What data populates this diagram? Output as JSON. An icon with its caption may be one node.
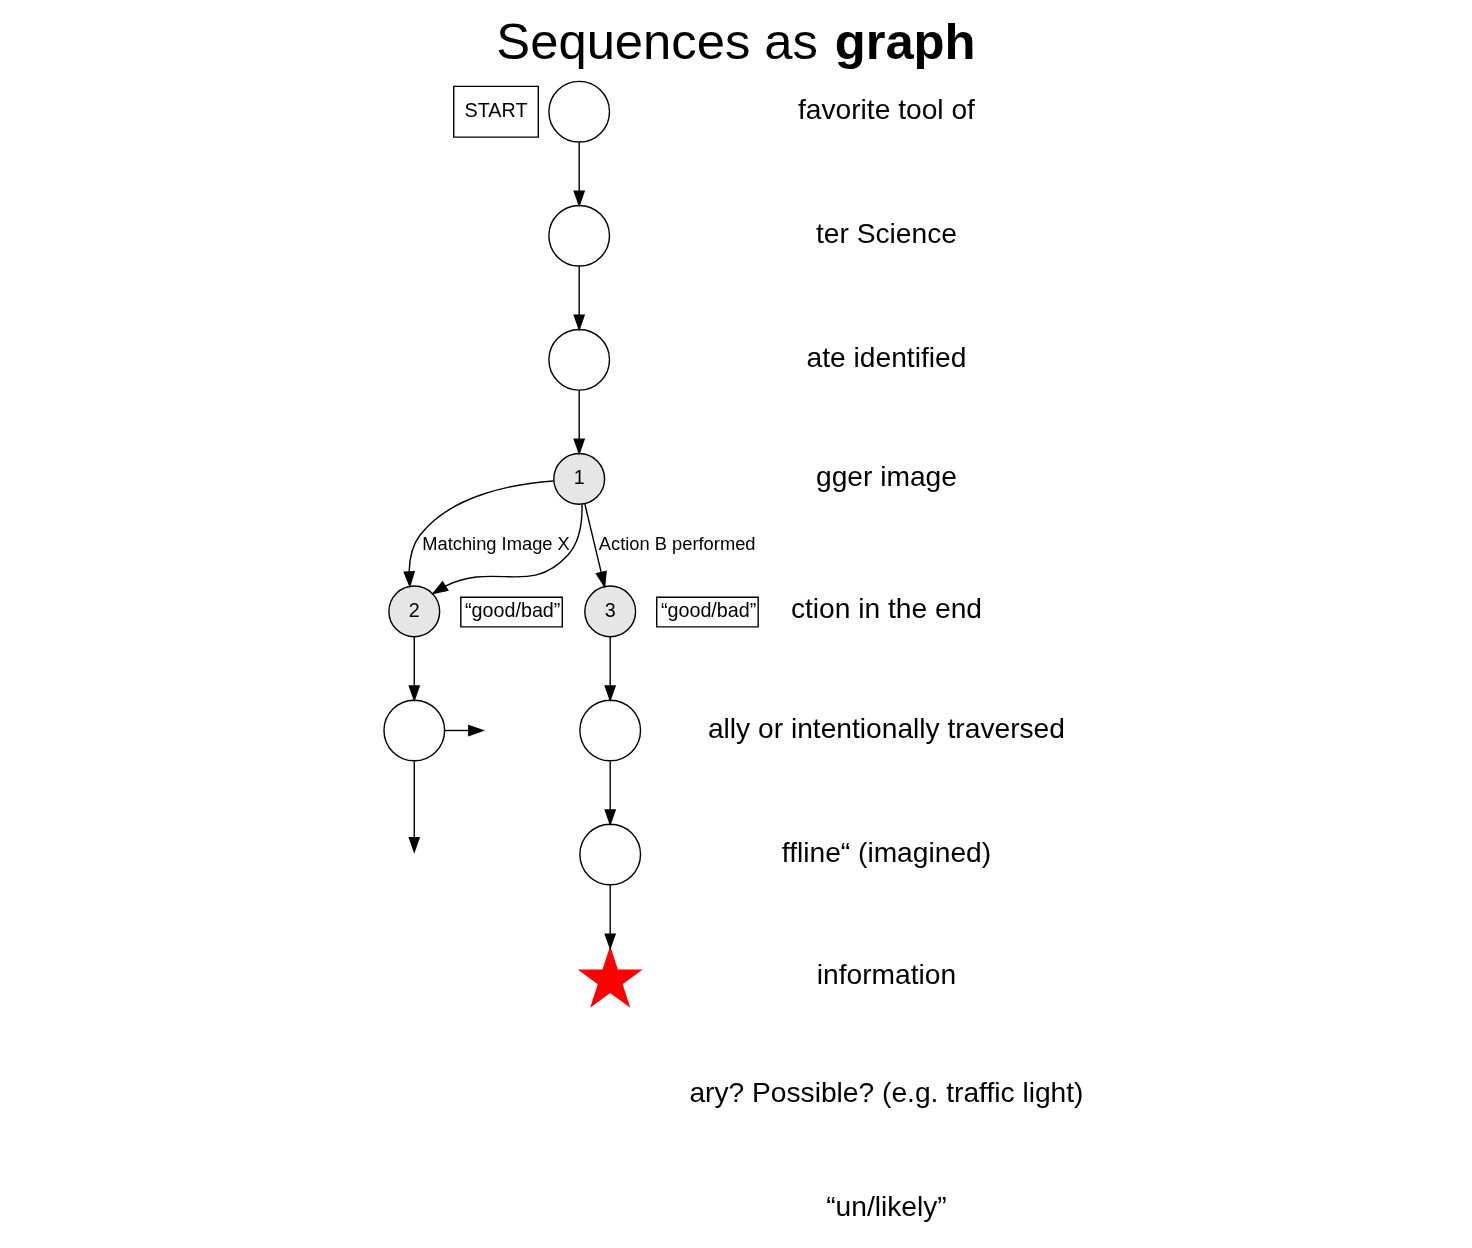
{
  "diagram": {
    "title": "Sequences as **graph**",
    "nodes": [
      {
        "text": [
          "START"
        ]
      },
      {
        "text": [],
        "shape": "circle"
      },
      {
        "text": [],
        "shape": "circle"
      },
      {
        "text": [],
        "shape": "circle"
      },
      {
        "text": [
          "1"
        ]
      },
      {
        "text": [
          "2"
        ],
        "beside": [
          "“good/bad”"
        ]
      },
      {
        "text": [
          "3"
        ],
        "beside": [
          "“good/bad”"
        ]
      },
      {
        "text": [],
        "shape": "circle"
      },
      {
        "text": [],
        "shape": "circle"
      },
      {
        "text": [],
        "shape": "circle"
      },
      {
        "text": [],
        "shape": "star"
      }
    ],
    "edges": [
      {
        "from": 1,
        "to": 2,
        "arrow": "to"
      },
      {
        "from": 2,
        "to": 3,
        "arrow": "to"
      },
      {
        "from": 3,
        "to": 4,
        "arrow": "to"
      },
      {
        "from": 4,
        "to": 5,
        "arrow": "to",
        "label": "Matching Image X"
      },
      {
        "from": 4,
        "to": 5,
        "arrow": "to"
      },
      {
        "from": 4,
        "to": 6,
        "arrow": "to",
        "label": "Action B performed"
      },
      {
        "from": 5,
        "to": 7,
        "arrow": "to"
      },
      {
        "from": 7,
        "to": null,
        "arrow": "to"
      },
      {
        "from": 7,
        "to": null,
        "arrow": "to"
      },
      {
        "from": 6,
        "to": 8,
        "arrow": "to"
      },
      {
        "from": 8,
        "to": 9,
        "arrow": "to"
      },
      {
        "from": 9,
        "to": 10,
        "arrow": "to"
      }
    ],
    "labels": [
      "favorite tool of",
      "ter Science",
      "ate identified",
      "gger image",
      "ction in the end",
      "ally or intentionally traversed",
      "ffline“ (imagined)",
      "information",
      "ary? Possible? (e.g. traffic light)",
      "“un/likely”"
    ]
  }
}
